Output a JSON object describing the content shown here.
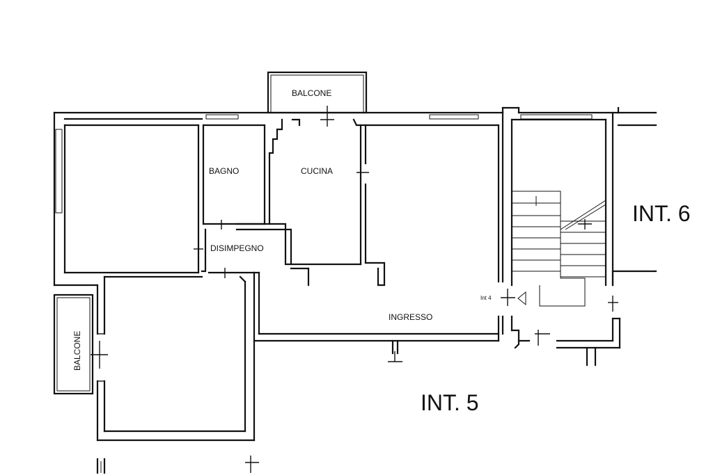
{
  "labels": {
    "balcone_top": "BALCONE",
    "balcone_left": "BALCONE",
    "bagno": "BAGNO",
    "cucina": "CUCINA",
    "disimpegno": "DISIMPEGNO",
    "ingresso": "INGRESSO",
    "int6": "INT. 6",
    "int5": "INT. 5",
    "int4": "Int 4"
  }
}
